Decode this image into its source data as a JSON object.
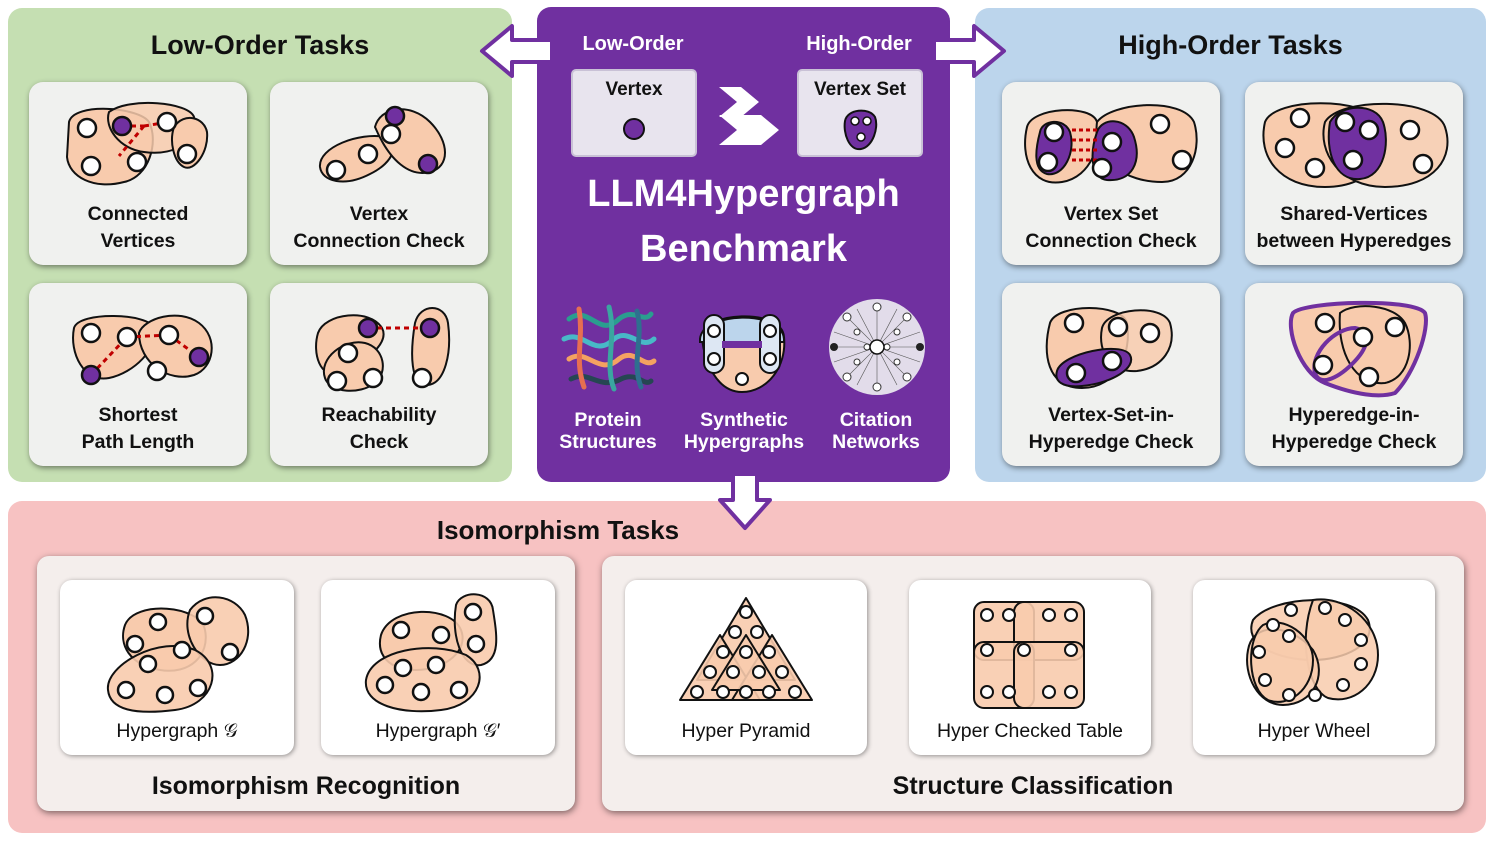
{
  "center": {
    "low_order_label": "Low-Order",
    "high_order_label": "High-Order",
    "vertex_label": "Vertex",
    "vertex_set_label": "Vertex Set",
    "title_line1": "LLM4Hypergraph",
    "title_line2": "Benchmark",
    "datasets": [
      {
        "line1": "Protein",
        "line2": "Structures"
      },
      {
        "line1": "Synthetic",
        "line2": "Hypergraphs"
      },
      {
        "line1": "Citation",
        "line2": "Networks"
      }
    ]
  },
  "low_order": {
    "title": "Low-Order Tasks",
    "tasks": [
      {
        "line1": "Connected",
        "line2": "Vertices"
      },
      {
        "line1": "Vertex",
        "line2": "Connection Check"
      },
      {
        "line1": "Shortest",
        "line2": "Path Length"
      },
      {
        "line1": "Reachability",
        "line2": "Check"
      }
    ]
  },
  "high_order": {
    "title": "High-Order Tasks",
    "tasks": [
      {
        "line1": "Vertex Set",
        "line2": "Connection Check"
      },
      {
        "line1": "Shared-Vertices",
        "line2": "between Hyperedges"
      },
      {
        "line1": "Vertex-Set-in-",
        "line2": "Hyperedge Check"
      },
      {
        "line1": "Hyperedge-in-",
        "line2": "Hyperedge Check"
      }
    ]
  },
  "isomorphism": {
    "title": "Isomorphism Tasks",
    "recognition": {
      "title": "Isomorphism Recognition",
      "items": [
        "Hypergraph 𝒢",
        "Hypergraph 𝒢′"
      ]
    },
    "classification": {
      "title": "Structure Classification",
      "items": [
        "Hyper Pyramid",
        "Hyper Checked Table",
        "Hyper Wheel"
      ]
    }
  },
  "colors": {
    "low_panel": "#c5dfb2",
    "high_panel": "#bcd5ec",
    "center_panel": "#7030a0",
    "iso_panel": "#f7c2c2",
    "hyperedge_fill": "#f8cbad",
    "vertex_highlight": "#7030a0",
    "connector_dotted": "#c00000"
  }
}
